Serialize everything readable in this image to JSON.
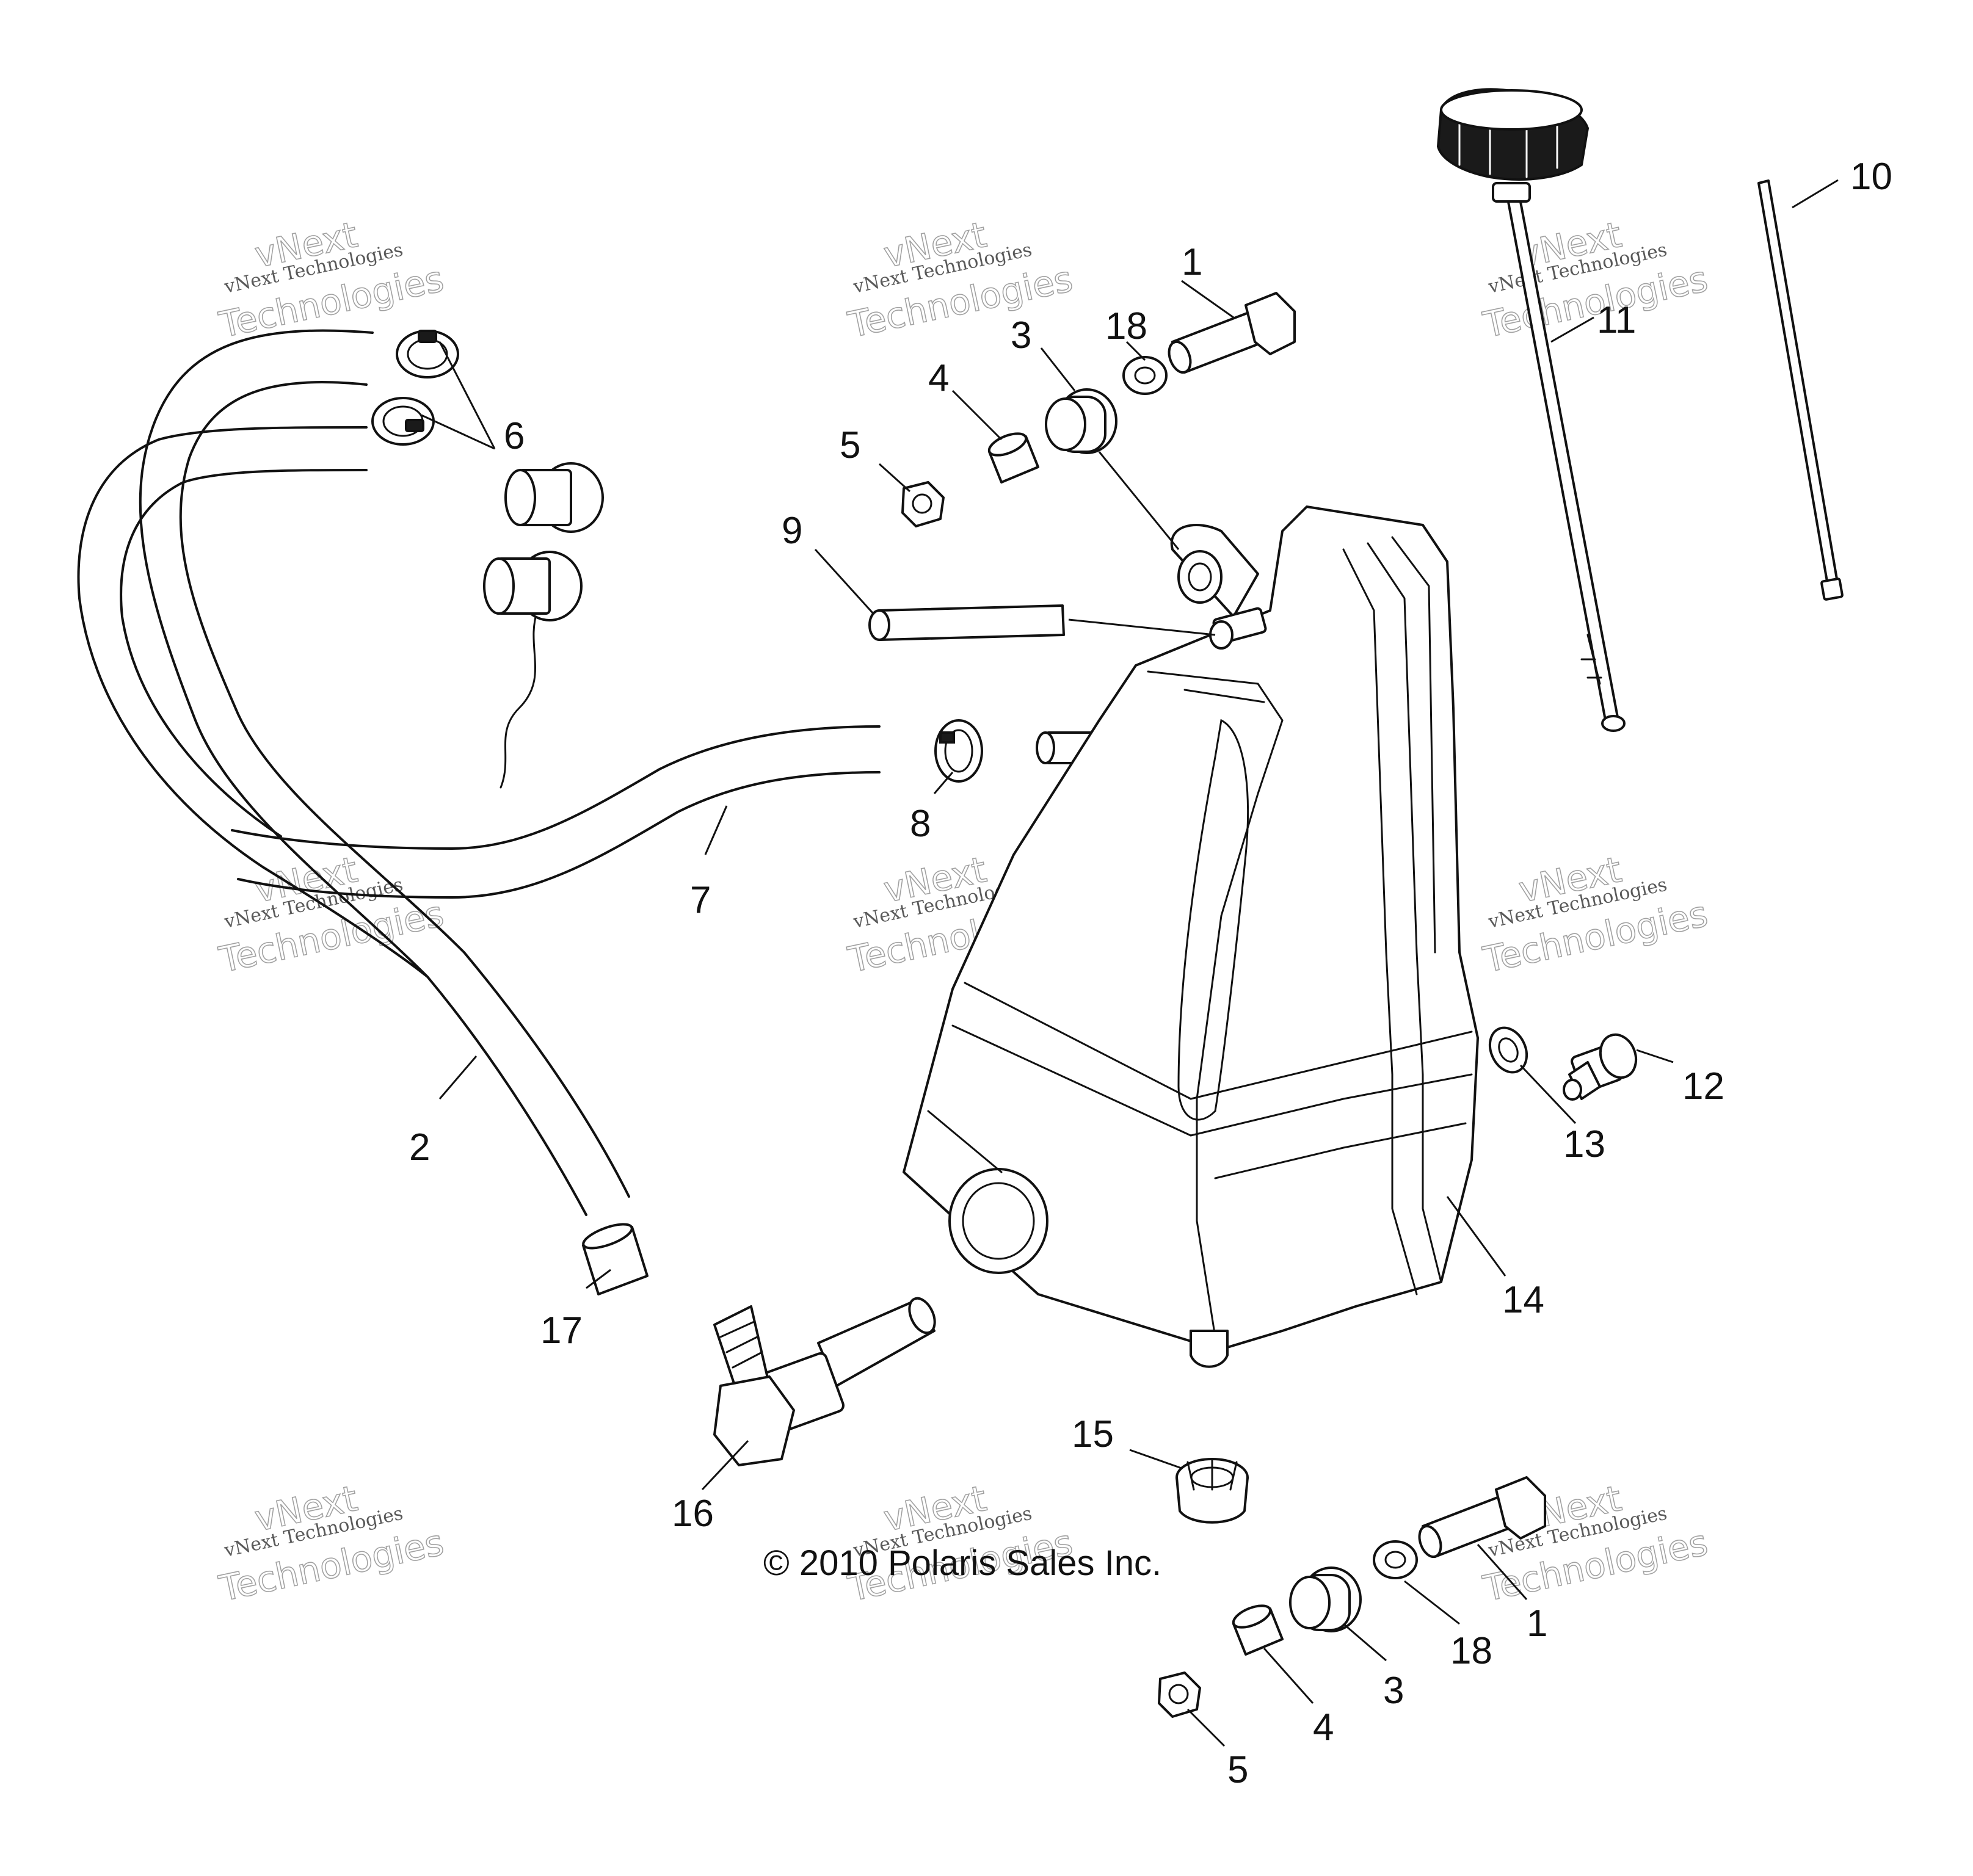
{
  "diagram": {
    "copyright": "© 2010 Polaris Sales Inc.",
    "watermark": {
      "line1": "vNext Technologies",
      "line2": "vNext",
      "line3": "Technologies"
    },
    "callouts": [
      {
        "id": "c1a",
        "label": "1"
      },
      {
        "id": "c1b",
        "label": "1"
      },
      {
        "id": "c2",
        "label": "2"
      },
      {
        "id": "c3a",
        "label": "3"
      },
      {
        "id": "c3b",
        "label": "3"
      },
      {
        "id": "c4a",
        "label": "4"
      },
      {
        "id": "c4b",
        "label": "4"
      },
      {
        "id": "c5a",
        "label": "5"
      },
      {
        "id": "c5b",
        "label": "5"
      },
      {
        "id": "c6",
        "label": "6"
      },
      {
        "id": "c7",
        "label": "7"
      },
      {
        "id": "c8",
        "label": "8"
      },
      {
        "id": "c9",
        "label": "9"
      },
      {
        "id": "c10",
        "label": "10"
      },
      {
        "id": "c11",
        "label": "11"
      },
      {
        "id": "c12",
        "label": "12"
      },
      {
        "id": "c13",
        "label": "13"
      },
      {
        "id": "c14",
        "label": "14"
      },
      {
        "id": "c15",
        "label": "15"
      },
      {
        "id": "c16",
        "label": "16"
      },
      {
        "id": "c17",
        "label": "17"
      },
      {
        "id": "c18a",
        "label": "18"
      },
      {
        "id": "c18b",
        "label": "18"
      }
    ]
  }
}
